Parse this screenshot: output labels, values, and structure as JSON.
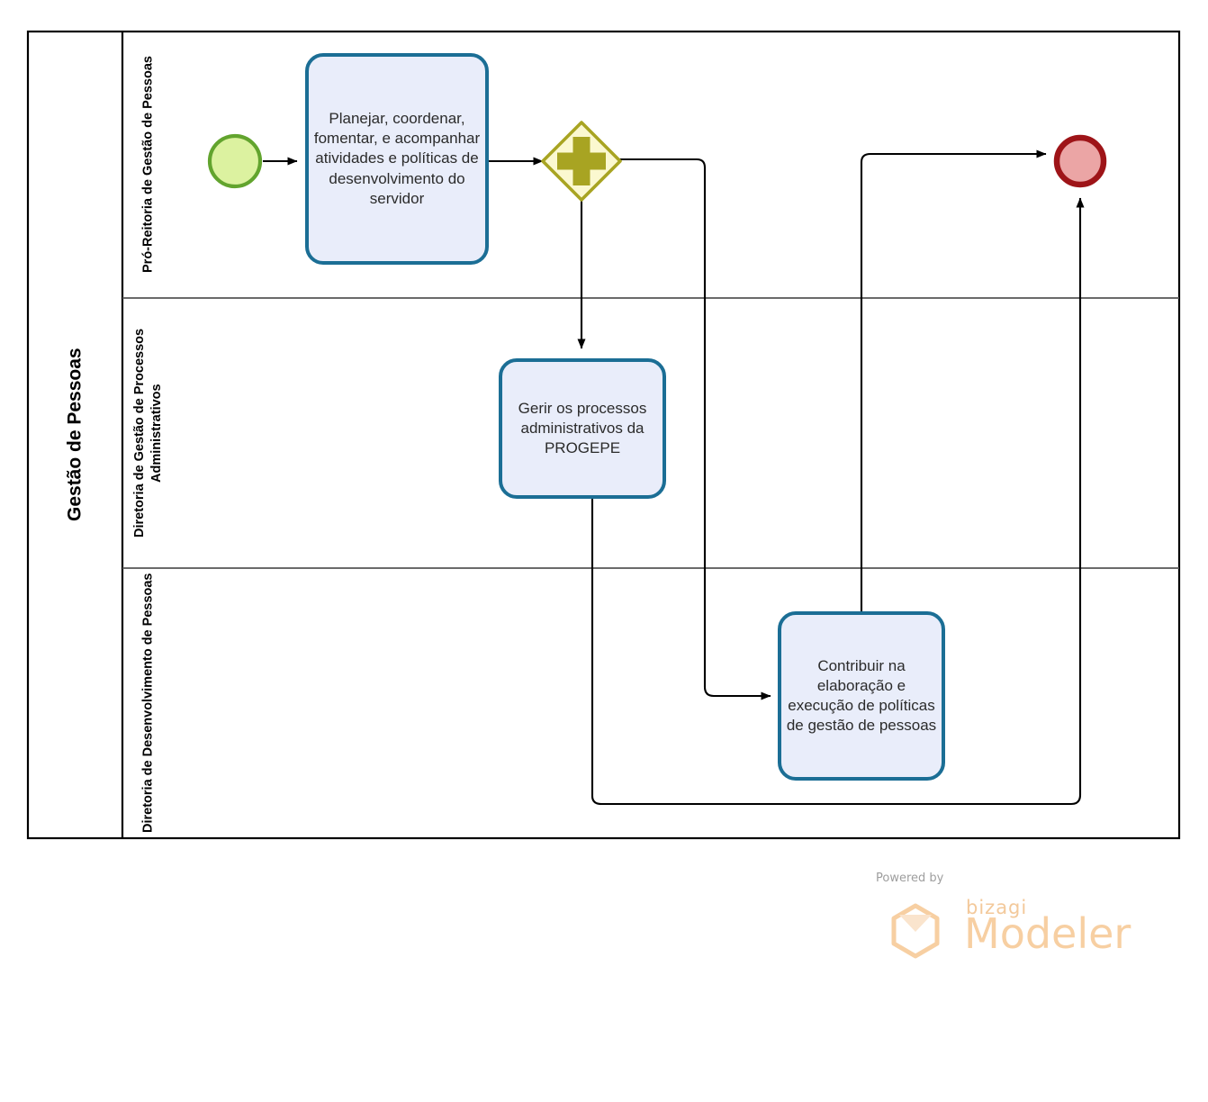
{
  "diagram": {
    "type": "bpmn-process-diagram",
    "pool": {
      "title": "Gestão de Pessoas",
      "lanes": [
        {
          "id": "lane-1",
          "label": "Pró-Reitoria de Gestão de Pessoas"
        },
        {
          "id": "lane-2",
          "label": "Diretoria de Gestão de Processos Administrativos"
        },
        {
          "id": "lane-3",
          "label": "Diretoria de Desenvolvimento de Pessoas"
        }
      ]
    },
    "nodes": {
      "start_event": {
        "name": "start-event",
        "type": "start-event",
        "lane": "lane-1"
      },
      "task_1": {
        "label": "Planejar, coordenar, fomentar, e acompanhar atividades e políticas de desenvolvimento do servidor",
        "type": "task",
        "lane": "lane-1"
      },
      "gateway_1": {
        "name": "parallel-gateway",
        "type": "parallel-gateway",
        "symbol": "+",
        "lane": "lane-1"
      },
      "task_2": {
        "label": "Gerir os processos administrativos da PROGEPE",
        "type": "task",
        "lane": "lane-2"
      },
      "task_3": {
        "label": "Contribuir na elaboração e execução de políticas de gestão de pessoas",
        "type": "task",
        "lane": "lane-3"
      },
      "end_event": {
        "name": "end-event",
        "type": "end-event",
        "lane": "lane-1"
      }
    },
    "flows": [
      {
        "from": "start_event",
        "to": "task_1"
      },
      {
        "from": "task_1",
        "to": "gateway_1"
      },
      {
        "from": "gateway_1",
        "to": "task_2"
      },
      {
        "from": "gateway_1",
        "to": "task_3"
      },
      {
        "from": "task_2",
        "to": "end_event"
      },
      {
        "from": "task_3",
        "to": "end_event"
      }
    ],
    "colors": {
      "pool_border": "#000000",
      "lane_border": "#555555",
      "task_fill": "#e9edfa",
      "task_border": "#1b6e95",
      "start_fill": "#dcf2a0",
      "start_border": "#62a42e",
      "gateway_fill": "#fbf8d0",
      "gateway_border": "#a8a422",
      "gateway_symbol": "#a8a422",
      "end_fill": "#eba5a5",
      "end_border": "#9e1418",
      "flow_line": "#000000",
      "watermark": "#f7cfa2"
    }
  },
  "watermark": {
    "powered_by": "Powered by",
    "brand": "bizagi",
    "product": "Modeler"
  }
}
